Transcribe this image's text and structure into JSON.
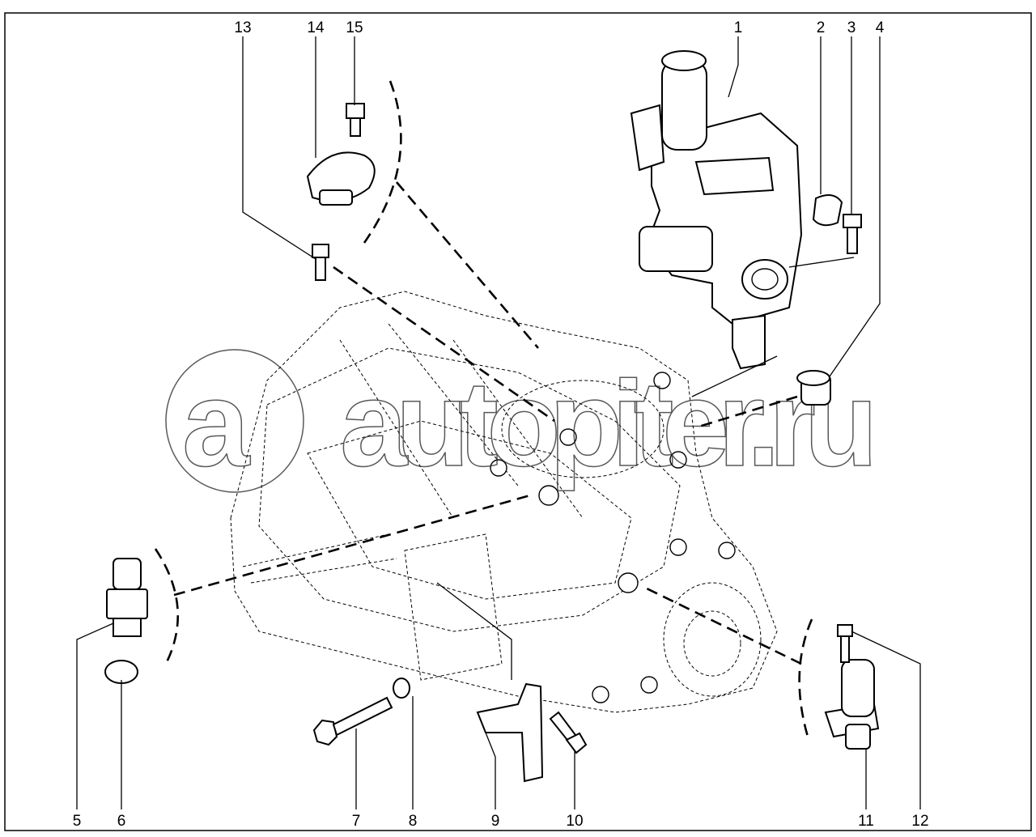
{
  "diagram": {
    "watermark": "autopiter.ru",
    "watermark_logo": "a",
    "callouts": {
      "c1": "1",
      "c2": "2",
      "c3": "3",
      "c4": "4",
      "c5": "5",
      "c6": "6",
      "c7": "7",
      "c8": "8",
      "c9": "9",
      "c10": "10",
      "c11": "11",
      "c12": "12",
      "c13": "13",
      "c14": "14",
      "c15": "15"
    }
  }
}
